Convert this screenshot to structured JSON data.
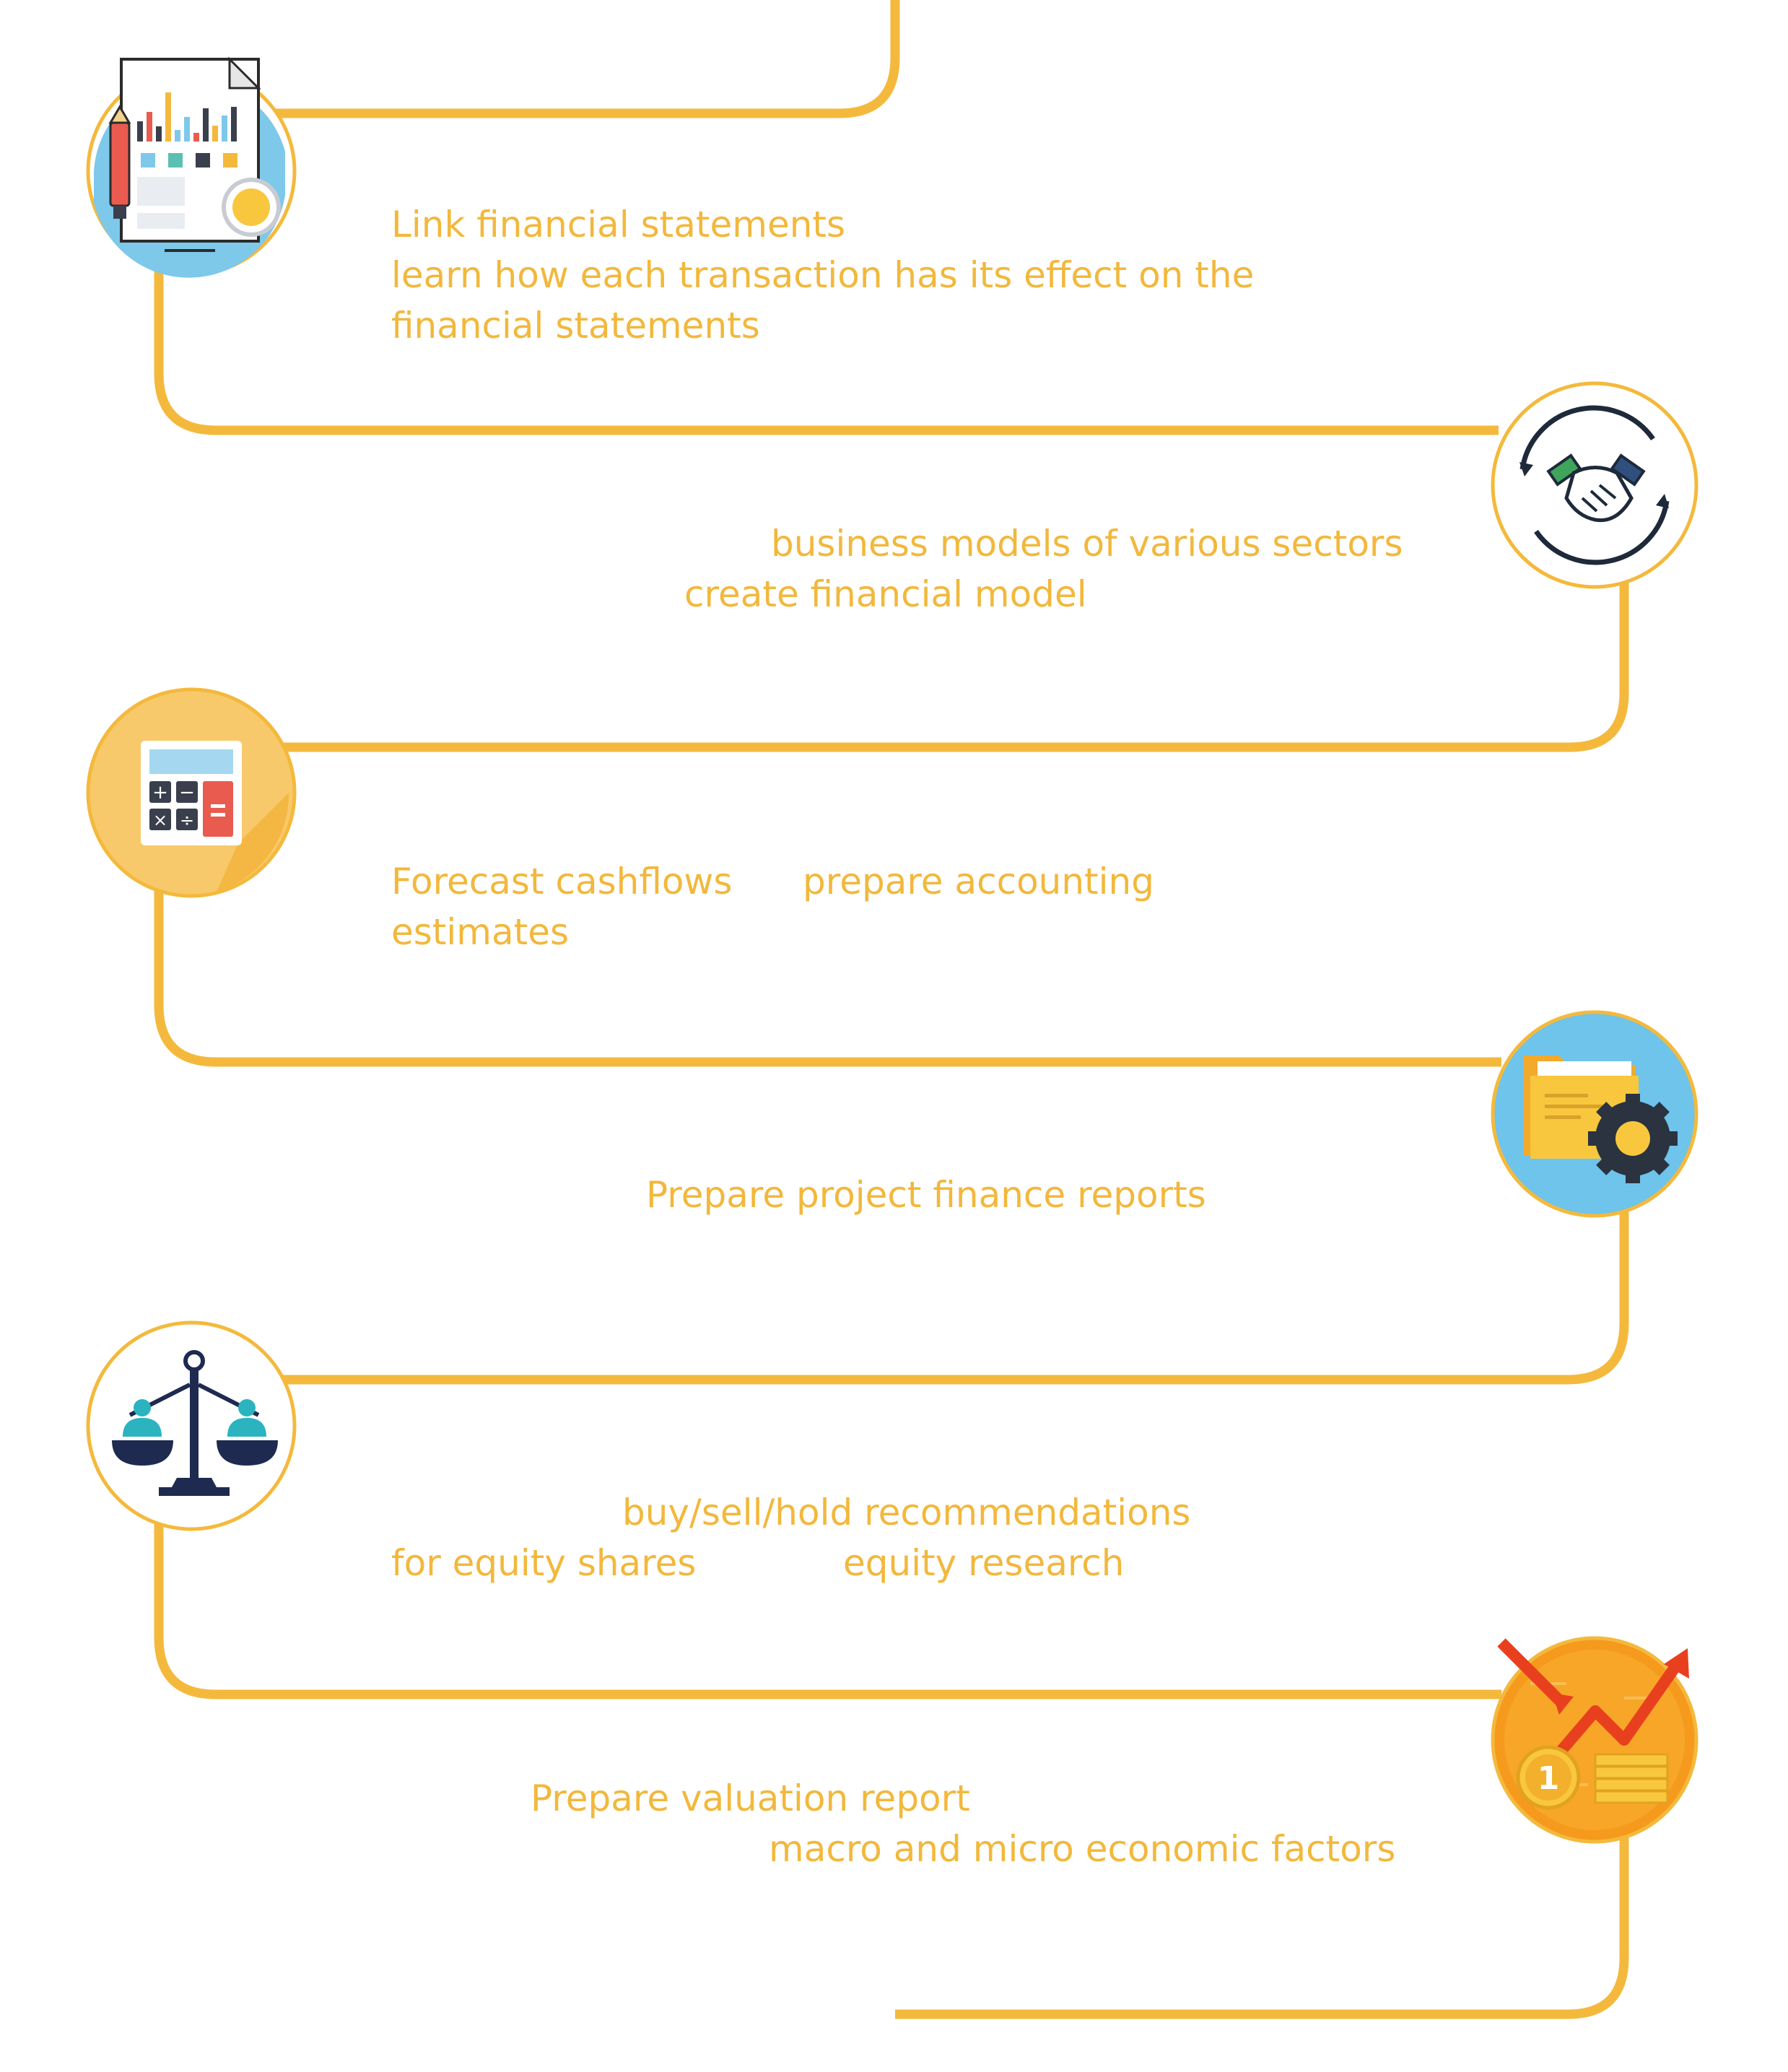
{
  "steps": [
    {
      "icon": "financial-report-icon",
      "lines": [
        "Link financial statements",
        "learn how each transaction has its effect on the",
        "financial statements"
      ]
    },
    {
      "icon": "handshake-icon",
      "lines": [
        "business models of various sectors",
        "create financial model"
      ]
    },
    {
      "icon": "calculator-icon",
      "lines": [
        "Forecast cashflows",
        "prepare accounting",
        "estimates"
      ]
    },
    {
      "icon": "folder-gear-icon",
      "lines": [
        "Prepare project finance reports"
      ]
    },
    {
      "icon": "balance-scale-icon",
      "lines": [
        "buy/sell/hold recommendations",
        "for equity shares",
        "equity research"
      ]
    },
    {
      "icon": "valuation-chart-icon",
      "lines": [
        "Prepare valuation report",
        "macro and micro economic factors"
      ]
    }
  ],
  "colors": {
    "path": "#f4b93c",
    "text": "#f2b83c",
    "circle_border": "#f4b93c"
  }
}
